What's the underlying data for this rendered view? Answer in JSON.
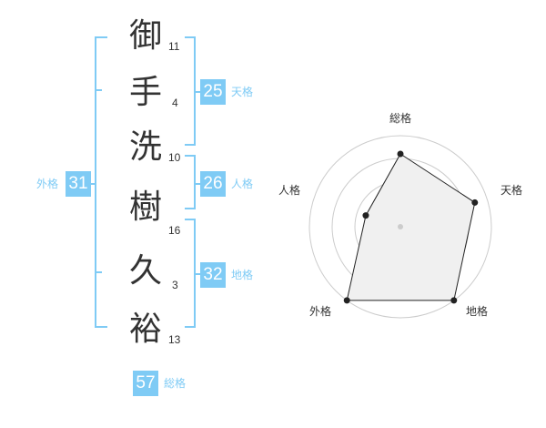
{
  "name": {
    "characters": [
      {
        "char": "御",
        "strokes": "11"
      },
      {
        "char": "手",
        "strokes": "4"
      },
      {
        "char": "洗",
        "strokes": "10"
      },
      {
        "char": "樹",
        "strokes": "16"
      },
      {
        "char": "久",
        "strokes": "3"
      },
      {
        "char": "裕",
        "strokes": "13"
      }
    ]
  },
  "fortunes": {
    "tenkaku": {
      "value": "25",
      "label": "天格"
    },
    "jinkaku": {
      "value": "26",
      "label": "人格"
    },
    "chikaku": {
      "value": "32",
      "label": "地格"
    },
    "gaikaku": {
      "value": "31",
      "label": "外格"
    },
    "soukaku": {
      "value": "57",
      "label": "総格"
    }
  },
  "colors": {
    "accent": "#7fcbf5",
    "text": "#333333",
    "radar_fill": "#f0f0f0",
    "ring": "#cccccc"
  },
  "chart_data": {
    "type": "radar",
    "axes": [
      "総格",
      "天格",
      "地格",
      "外格",
      "人格"
    ],
    "values": [
      0.8,
      0.86,
      1.0,
      1.0,
      0.4
    ],
    "rings": 4
  }
}
